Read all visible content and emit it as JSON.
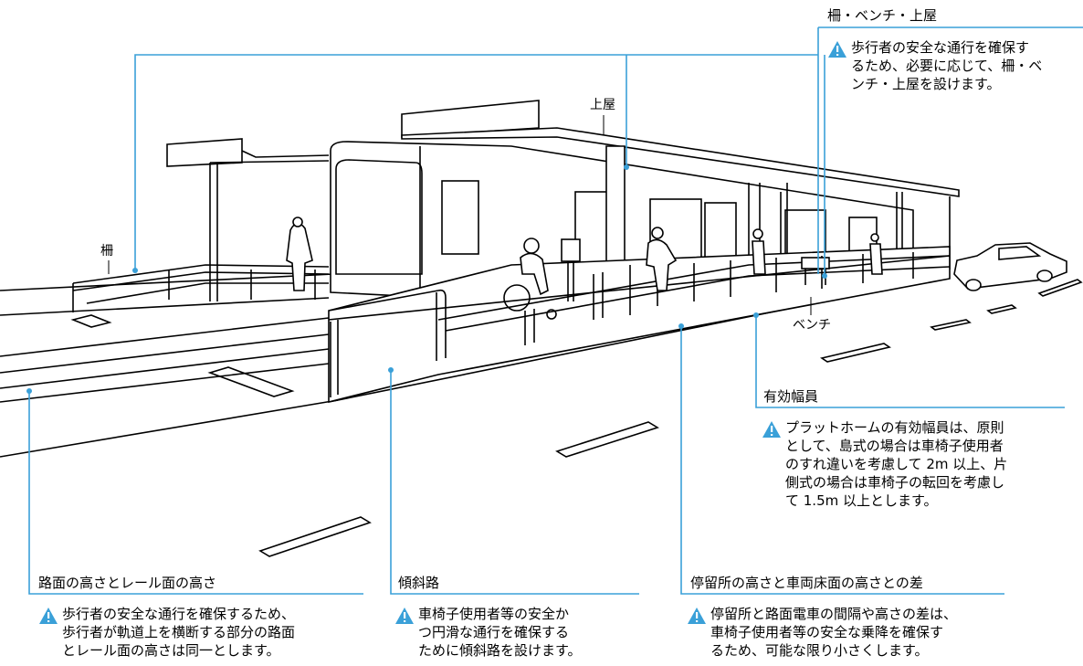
{
  "labels": {
    "fence": "柵",
    "roof": "上屋",
    "bench": "ベンチ"
  },
  "sections": {
    "fence_bench_roof": {
      "title": "柵・ベンチ・上屋",
      "note": "歩行者の安全な通行を確保す\nるため、必要に応じて、柵・ベ\nンチ・上屋を設けます。"
    },
    "effective_width": {
      "title": "有効幅員",
      "note": "プラットホームの有効幅員は、原則\nとして、島式の場合は車椅子使用者\nのすれ違いを考慮して 2m 以上、片\n側式の場合は車椅子の転回を考慮し\nて 1.5m 以上とします。"
    },
    "road_rail": {
      "title": "路面の高さとレール面の高さ",
      "note": "歩行者の安全な通行を確保するため、\n歩行者が軌道上を横断する部分の路面\nとレール面の高さは同一とします。"
    },
    "ramp": {
      "title": "傾斜路",
      "note": "車椅子使用者等の安全か\nつ円滑な通行を確保する\nために傾斜路を設けます。"
    },
    "stop_height": {
      "title": "停留所の高さと車両床面の高さとの差",
      "note": "停留所と路面電車の間隔や高さの差は、\n車椅子使用者等の安全な乗降を確保す\nるため、可能な限り小さくします。"
    }
  },
  "colors": {
    "accent": "#3aa0d8",
    "line": "#000000"
  },
  "icons": {
    "warning": "warning-triangle-icon"
  }
}
